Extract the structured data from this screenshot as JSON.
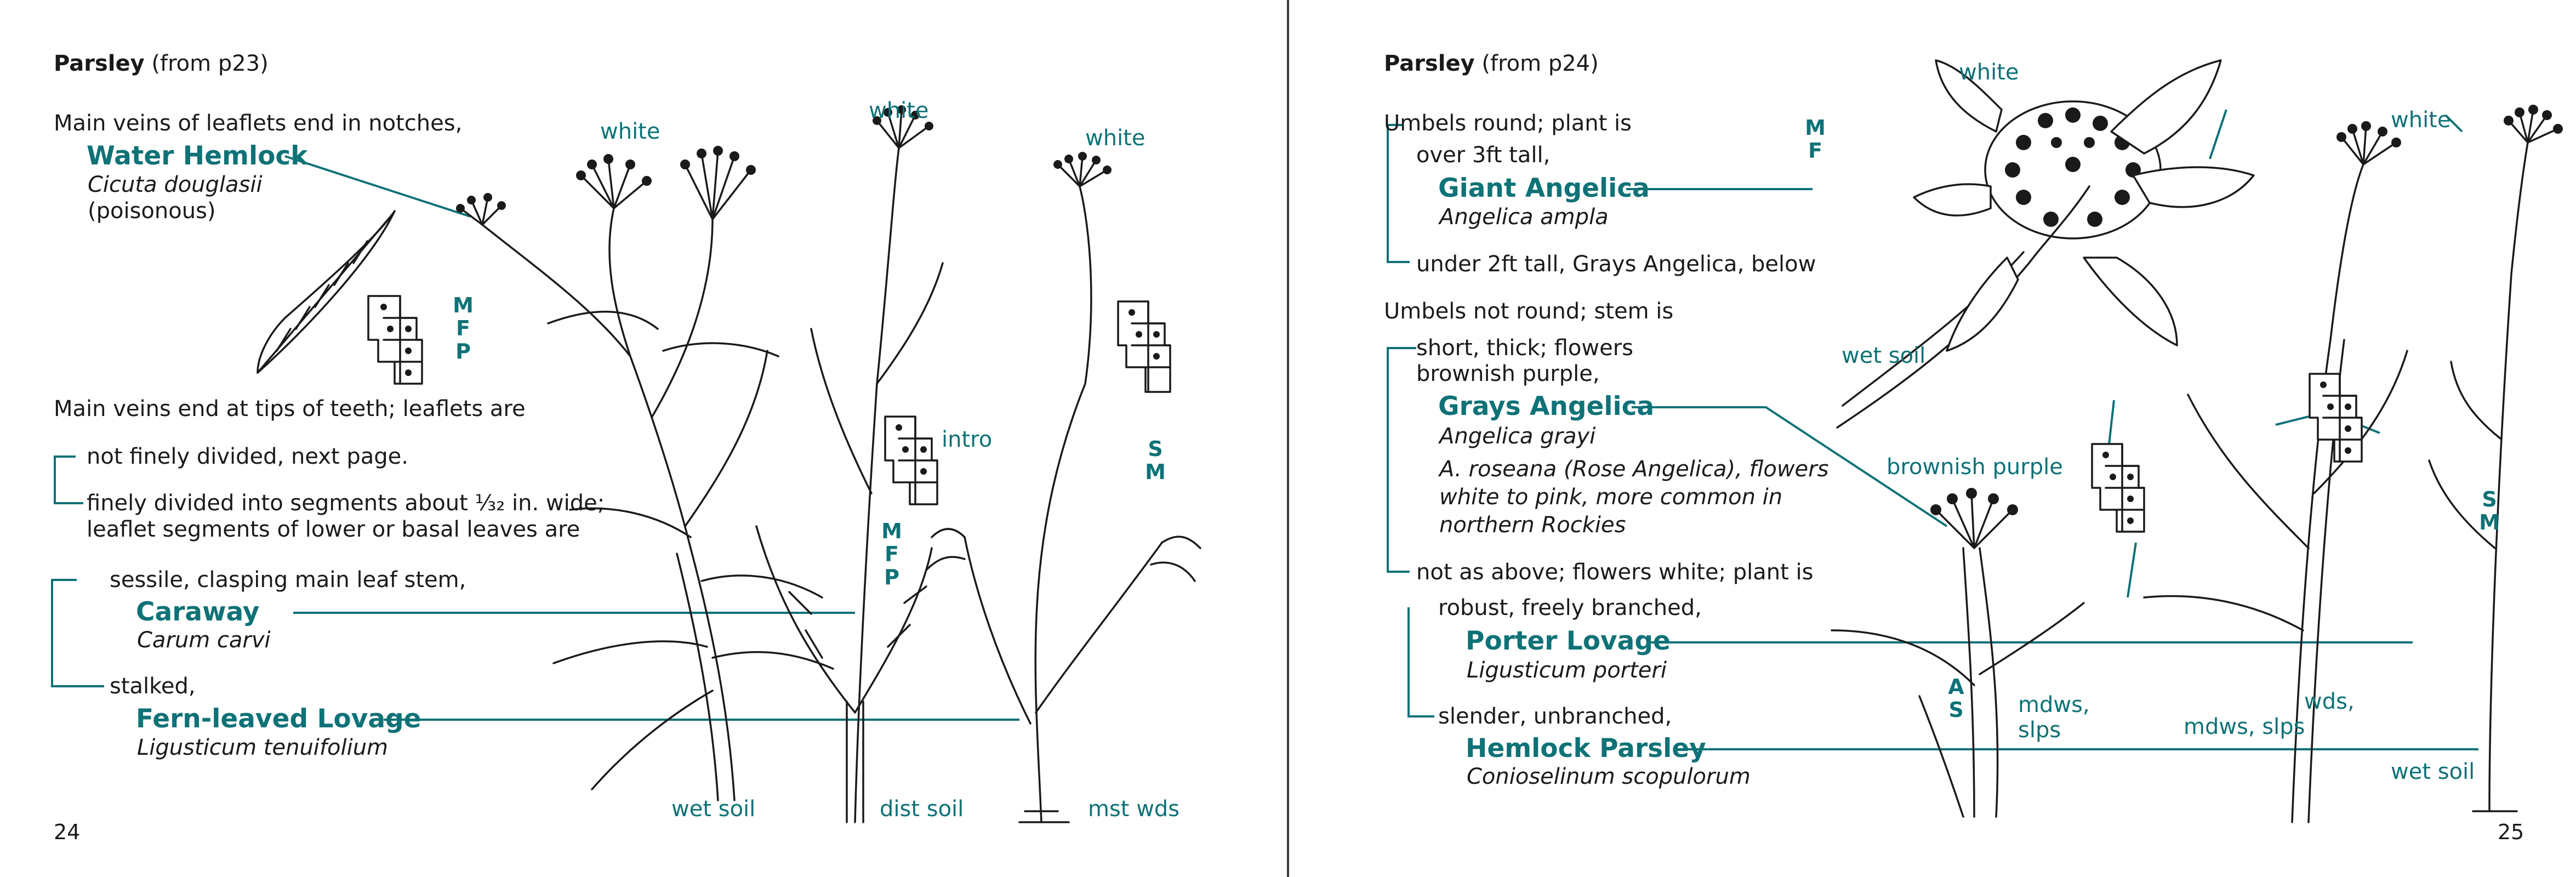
{
  "left": {
    "header": {
      "species": "Parsley",
      "ref": "(from p23)"
    },
    "lead1": "Main veins of leaflets end in notches,",
    "water_hemlock": {
      "name": "Water Hemlock",
      "sci": "Cicuta douglasii",
      "note": "(poisonous)"
    },
    "lead2": "Main veins end at tips of teeth; leaflets are",
    "opt_a": "not finely divided, next page.",
    "opt_b_1": "finely divided into segments about ⅟₃₂ in. wide;",
    "opt_b_2": "leaflet segments of lower or basal leaves are",
    "sessile": "sessile, clasping main leaf stem,",
    "caraway": {
      "name": "Caraway",
      "sci": "Carum carvi"
    },
    "stalked": "stalked,",
    "fern_lovage": {
      "name": "Fern-leaved Lovage",
      "sci": "Ligusticum tenuifolium"
    },
    "labels": {
      "white1": "white",
      "white2": "white",
      "white3": "white",
      "intro": "intro",
      "wet_soil": "wet soil",
      "dist_soil": "dist soil",
      "mst_wds": "mst wds"
    },
    "codes": {
      "mfp1": [
        "M",
        "F",
        "P"
      ],
      "mfp2": [
        "M",
        "F",
        "P"
      ],
      "sm": [
        "S",
        "M"
      ]
    },
    "page_number": "24"
  },
  "right": {
    "header": {
      "species": "Parsley",
      "ref": "(from p24)"
    },
    "lead1": "Umbels round; plant is",
    "over3": "over 3ft tall,",
    "giant_angelica": {
      "name": "Giant Angelica",
      "sci": "Angelica ampla"
    },
    "under2": "under 2ft tall, Grays Angelica, below",
    "lead2": "Umbels not round; stem is",
    "short_1": "short, thick; flowers",
    "short_2": "brownish purple,",
    "grays_angelica": {
      "name": "Grays Angelica",
      "sci": "Angelica grayi"
    },
    "roseana_1": "A. roseana (Rose Angelica), flowers",
    "roseana_2": "white to pink, more common in",
    "roseana_3": "northern Rockies",
    "not_above": "not as above; flowers white; plant is",
    "robust": "robust, freely branched,",
    "porter_lovage": {
      "name": "Porter Lovage",
      "sci": "Ligusticum porteri"
    },
    "slender": "slender, unbranched,",
    "hemlock_parsley": {
      "name": "Hemlock Parsley",
      "sci": "Conioselinum scopulorum"
    },
    "labels": {
      "white_top": "white",
      "white_right": "white",
      "wet_soil_top": "wet soil",
      "brownish_purple": "brownish purple",
      "mdws_1": "mdws,",
      "mdws_2": "slps",
      "wds_1": "wds,",
      "wds_2": "mdws, slps",
      "wet_soil_right": "wet soil"
    },
    "codes": {
      "mf": [
        "M",
        "F"
      ],
      "as": [
        "A",
        "S"
      ],
      "sm": [
        "S",
        "M"
      ]
    },
    "page_number": "25"
  }
}
